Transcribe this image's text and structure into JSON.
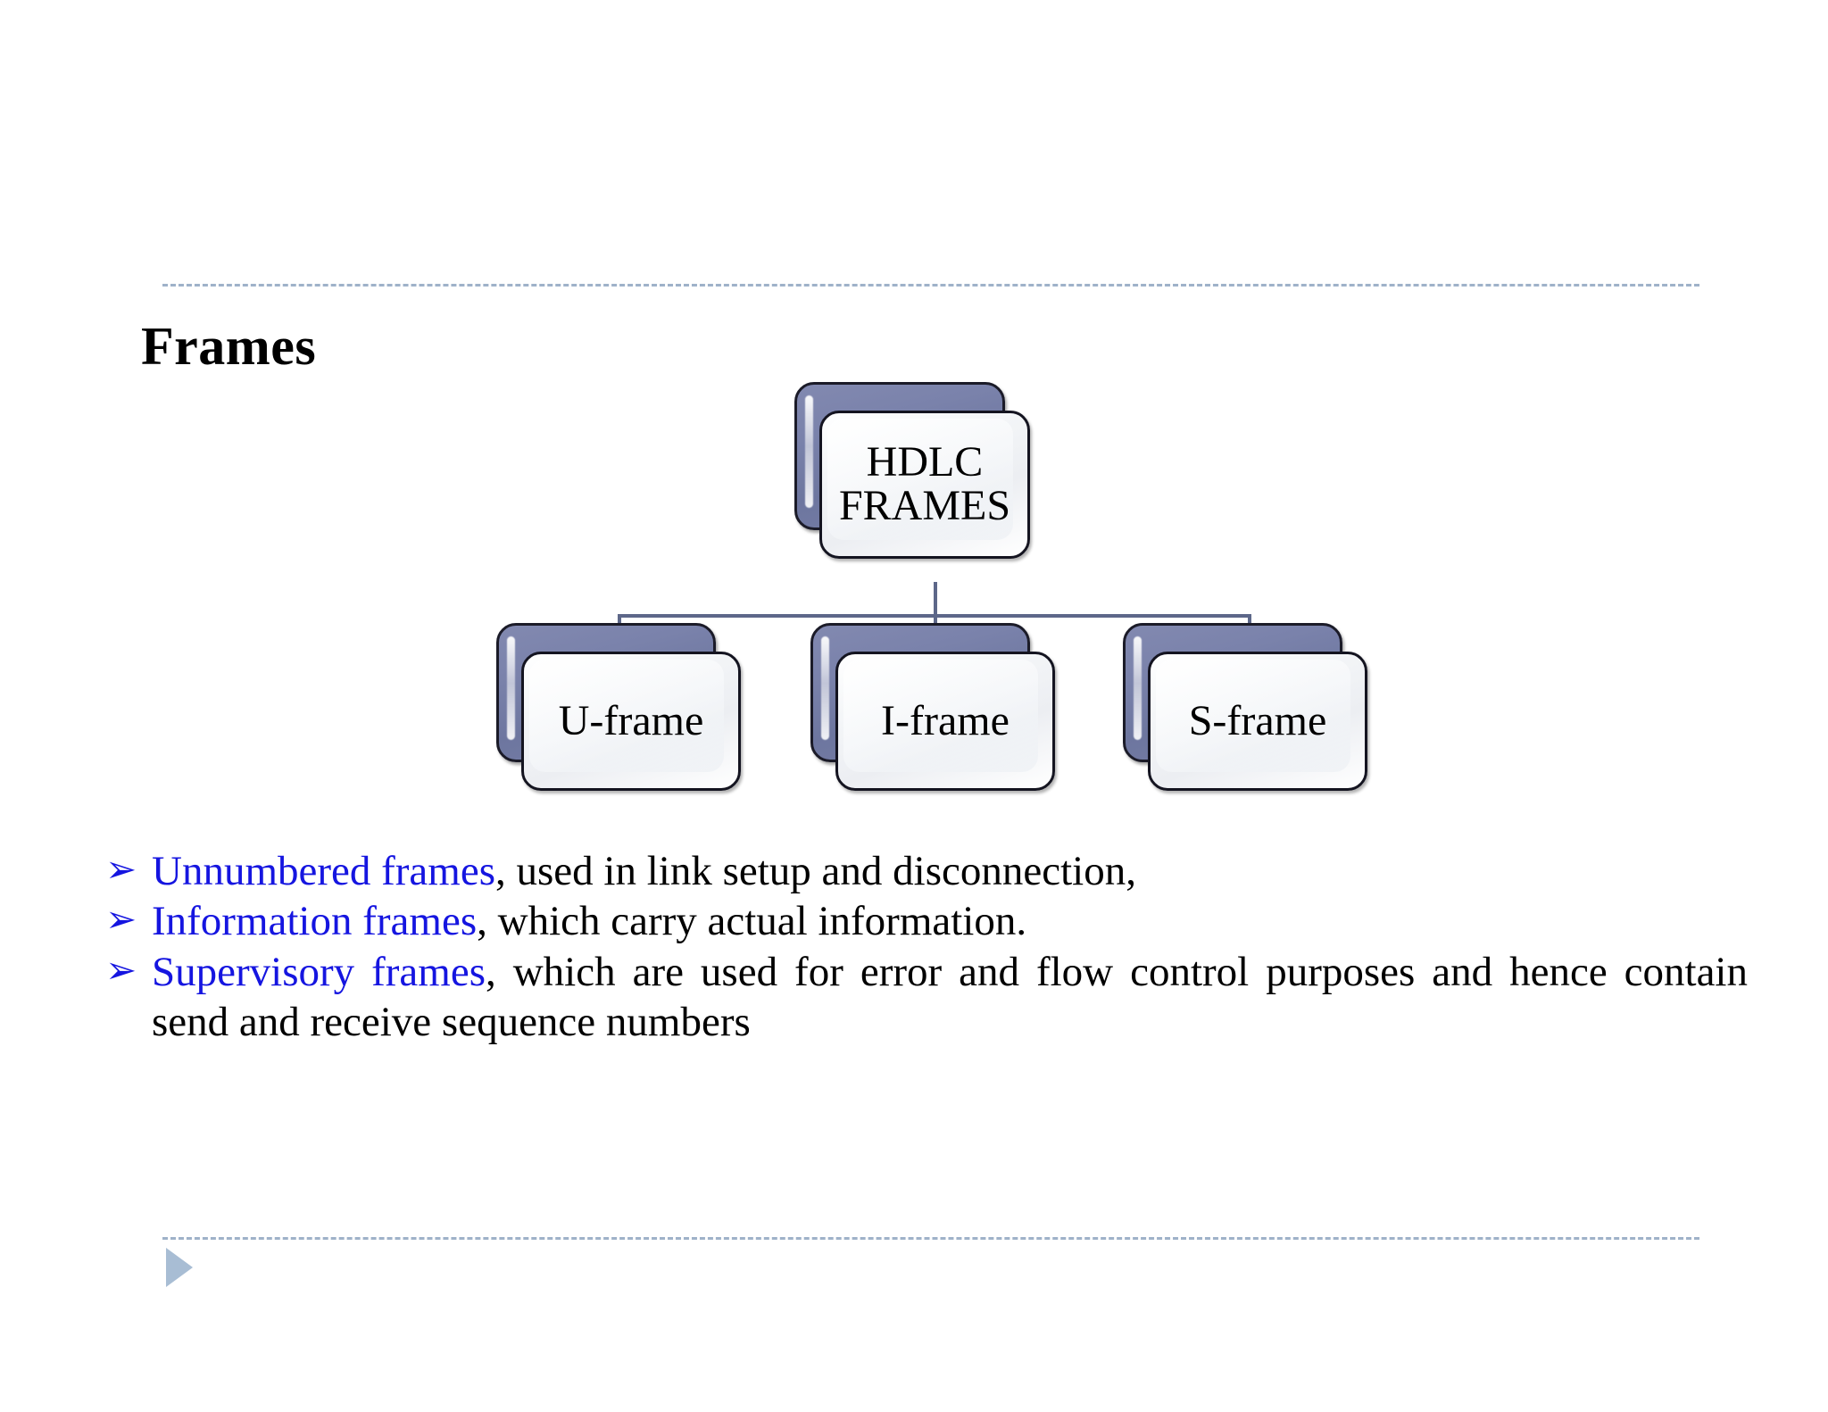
{
  "slide": {
    "title": "Frames",
    "background_color": "#ffffff",
    "rule_color": "#9fb2c9",
    "accent_color": "#1515e0",
    "connector_color": "#5d6789",
    "marker_color": "#a8bdd4",
    "box_back_color": "#7a82ab",
    "box_front_color": "#f4f6f8"
  },
  "diagram": {
    "root": {
      "label": "HDLC\nFRAMES"
    },
    "children": [
      {
        "label": "U-frame"
      },
      {
        "label": "I-frame"
      },
      {
        "label": "S-frame"
      }
    ]
  },
  "bullets": [
    {
      "glyph": "➢",
      "highlight": "Unnumbered frames",
      "rest": ", used in link setup and disconnection,",
      "justified": false
    },
    {
      "glyph": "➢",
      "highlight": "Information frames",
      "rest": ", which carry actual information.",
      "justified": false
    },
    {
      "glyph": "➢",
      "highlight": "Supervisory frames",
      "rest": ", which are used for error and flow control purposes and hence contain send and receive sequence numbers",
      "justified": true
    }
  ]
}
